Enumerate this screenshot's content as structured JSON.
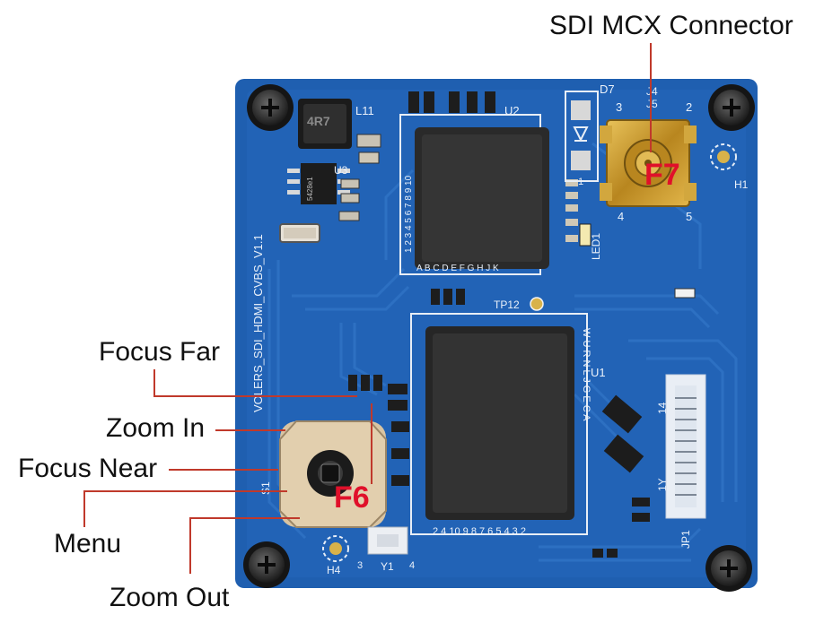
{
  "callouts": {
    "sdi_connector": "SDI MCX Connector",
    "focus_far": "Focus Far",
    "zoom_in": "Zoom In",
    "focus_near": "Focus Near",
    "menu": "Menu",
    "zoom_out": "Zoom Out"
  },
  "markers": {
    "f6": "F6",
    "f7": "F7"
  },
  "silkscreen": {
    "board_name": "VOLERS_SDI_HDMI_CVBS_V1.1",
    "l11": "L11",
    "inductor_value": "4R7",
    "u2": "U2",
    "u3": "U3",
    "u3_chip": "5428e1",
    "u1": "U1",
    "d7": "D7",
    "j4": "J4",
    "j5": "J5",
    "led1": "LED1",
    "h1": "H1",
    "h4": "H4",
    "tp12": "TP12",
    "y1": "Y1",
    "jp1": "JP1",
    "s1": "S1",
    "pin_14": "14",
    "pin_1y": "1Y",
    "n2": "2",
    "n3": "3",
    "n4": "4",
    "n5": "5",
    "n1": "1",
    "chip_top_cols": "1 2 3 4 5 6 7 8 9 10",
    "chip_top_rows": "A B C D E F G H J K",
    "chip_u1_rows": "W U R N L J G E C A",
    "chip_u1_cols": "2 4 10 9 8 7 6 5 4 3 2"
  },
  "colors": {
    "board": "#1f5fb0",
    "board_dark": "#184e97",
    "trace": "#2f72c4",
    "chip": "#2a2a2a",
    "gold": "#c99a2e",
    "label_red": "#e0102a",
    "leader_line": "#c0392b"
  }
}
